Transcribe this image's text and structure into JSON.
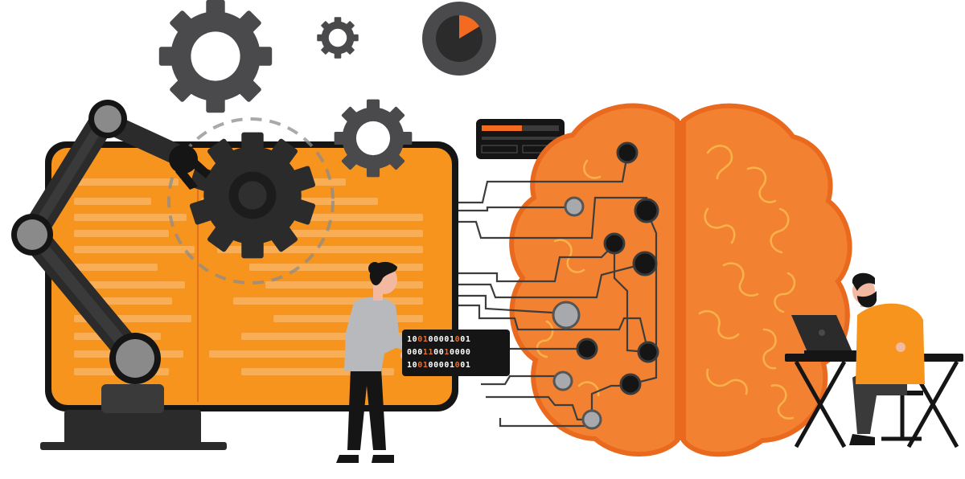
{
  "illustration": {
    "subject": "ai-brain-automation",
    "colors": {
      "orange": "#f7941d",
      "orange_dark": "#e2701c",
      "brain_orange": "#f28232",
      "brain_dark": "#e9691e",
      "brain_lines": "#f9b24a",
      "gear_gray": "#4a4a4c",
      "dark": "#2b2b2b",
      "black": "#151515",
      "node_gray": "#a7a9ac",
      "wire": "#3d3d3d"
    },
    "icons": [
      "robotic-arm",
      "gear",
      "pie-chart",
      "brain",
      "circuit-nodes",
      "laptop",
      "monitor",
      "progress-window"
    ],
    "binary_lines": [
      [
        {
          "t": "10"
        },
        {
          "t": "01",
          "hl": true
        },
        {
          "t": "00001"
        },
        {
          "t": "0",
          "hl": true
        },
        {
          "t": "01"
        }
      ],
      [
        {
          "t": "000"
        },
        {
          "t": "11",
          "hl": true
        },
        {
          "t": "00"
        },
        {
          "t": "1",
          "hl": true
        },
        {
          "t": "0000"
        }
      ],
      [
        {
          "t": "10"
        },
        {
          "t": "01",
          "hl": true
        },
        {
          "t": "00001"
        },
        {
          "t": "0",
          "hl": true
        },
        {
          "t": "01"
        }
      ]
    ]
  }
}
